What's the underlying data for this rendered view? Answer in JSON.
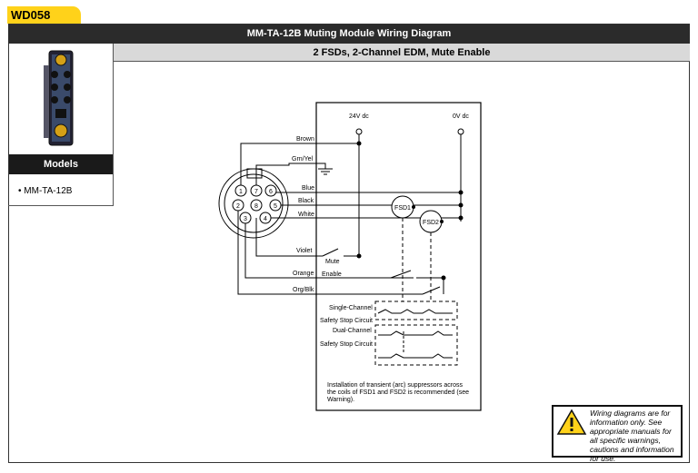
{
  "tag": "WD058",
  "title": "MM-TA-12B Muting Module Wiring Diagram",
  "subtitle": "2 FSDs, 2-Channel EDM, Mute Enable",
  "models": {
    "heading": "Models",
    "items": [
      "• MM-TA-12B"
    ]
  },
  "diagram": {
    "supply": {
      "plus": "24V dc",
      "zero": "0V dc"
    },
    "wires": [
      "Brown",
      "Grn/Yel",
      "Blue",
      "Black",
      "White",
      "Violet",
      "Orange",
      "Org/Blk"
    ],
    "pins": [
      "1",
      "7",
      "6",
      "2",
      "8",
      "5",
      "3",
      "4"
    ],
    "labels": {
      "mute": "Mute",
      "enable": "Enable",
      "fsd1": "FSD1",
      "fsd2": "FSD2",
      "single1": "Single-Channel",
      "single2": "Safety Stop Circuit",
      "dual1": "Dual-Channel",
      "dual2": "Safety Stop Circuit"
    },
    "note": [
      "Installation of transient (arc) suppressors across",
      "the coils of FSD1 and FSD2 is recommended (see",
      "Warning)."
    ]
  },
  "warning": "Wiring diagrams are for information only. See appropriate manuals for all specific warnings, cautions and information for use.",
  "colors": {
    "tag": "#ffd21a",
    "titlebar": "#2b2b2b",
    "subbar": "#d9d9d9",
    "warning": "#ffd21a"
  },
  "icons": [
    "warning-triangle-icon",
    "product-image"
  ]
}
